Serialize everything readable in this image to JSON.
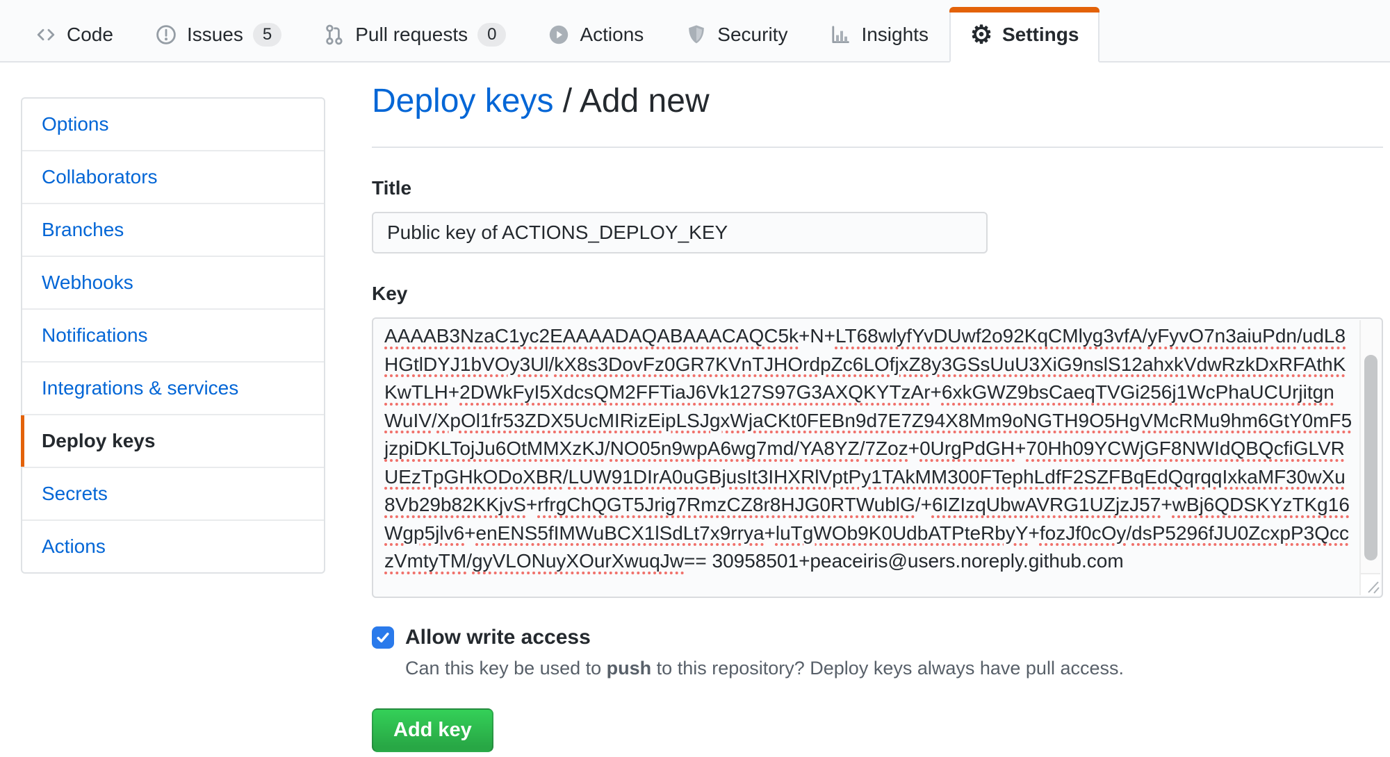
{
  "nav": {
    "tabs": [
      {
        "label": "Code"
      },
      {
        "label": "Issues",
        "count": "5"
      },
      {
        "label": "Pull requests",
        "count": "0"
      },
      {
        "label": "Actions"
      },
      {
        "label": "Security"
      },
      {
        "label": "Insights"
      },
      {
        "label": "Settings",
        "active": true
      }
    ]
  },
  "sidebar": {
    "items": [
      {
        "label": "Options"
      },
      {
        "label": "Collaborators"
      },
      {
        "label": "Branches"
      },
      {
        "label": "Webhooks"
      },
      {
        "label": "Notifications"
      },
      {
        "label": "Integrations & services"
      },
      {
        "label": "Deploy keys",
        "active": true
      },
      {
        "label": "Secrets"
      },
      {
        "label": "Actions"
      }
    ]
  },
  "main": {
    "breadcrumb": {
      "parent": "Deploy keys",
      "separator": " / ",
      "current": "Add new"
    },
    "title_field": {
      "label": "Title",
      "value": "Public key of ACTIONS_DEPLOY_KEY"
    },
    "key_field": {
      "label": "Key",
      "value": "AAAAB3NzaC1yc2EAAAADAQABAAACAQC5k+N+LT68wlyfYvDUwf2o92KqCMlyg3vfA/yFyvO7n3aiuPdn/udL8HGtlDYJ1bVOy3Ul/kX8s3DovFz0GR7KVnTJHOrdpZc6LOfjxZ8y3GSsUuU3XiG9nslS12ahxkVdwRzkDxRFAthKKwTLH+2DWkFyI5XdcsQM2FFTiaJ6Vk127S97G3AXQKYTzAr+6xkGWZ9bsCaeqTVGi256j1WcPhaUCUrjitgnWuIV/XpOl1fr53ZDX5UcMIRizEipLSJgxWjaCKt0FEBn9d7E7Z94X8Mm9oNGTH9O5HgVMcRMu9hm6GtY0mF5jzpiDKLTojJu6OtMMXzKJ/NO05n9wpA6wg7md/YA8YZ/7Zoz+0UrgPdGH+70Hh09YCWjGF8NWIdQBQcfiGLVRUEzTpGHkODoXBR/LUW91DIrA0uGBjusIt3IHXRlVptPy1TAkMM300FTephLdfF2SZFBqEdQqrqqIxkaMF30wXu8Vb29b82KKjvS+rfrgChQGT5Jrig7RmzCZ8r8HJG0RTWublG/+6IZIzqUbwAVRG1UZjzJ57+wBj6QDSKYzTKg16Wgp5jlv6+enENS5fIMWuBCX1lSdLt7x9rrya+luTgWOb9K0UdbATPteRbyY+fozJf0cOy/dsP5296fJU0ZcxpP3QcczVmtyTM/gyVLONuyXOurXwuqJw== 30958501+peaceiris@users.noreply.github.com"
    },
    "write_access": {
      "label": "Allow write access",
      "checked": true,
      "note_before": "Can this key be used to ",
      "note_bold": "push",
      "note_after": " to this repository? Deploy keys always have pull access."
    },
    "add_button_label": "Add key"
  },
  "colors": {
    "accent_orange": "#e36209",
    "link_blue": "#0366d6",
    "button_green": "#28a745",
    "spellcheck_red": "#f0706a"
  }
}
